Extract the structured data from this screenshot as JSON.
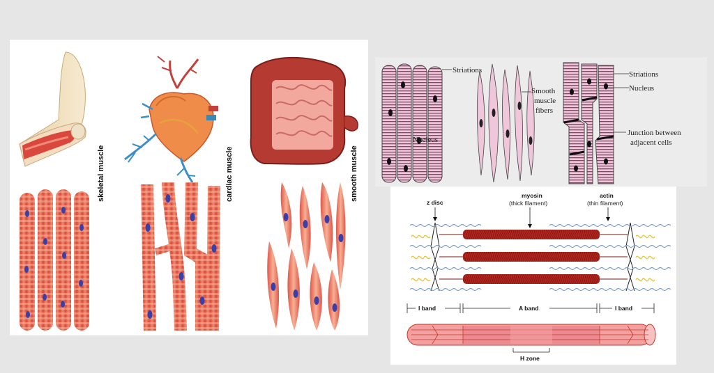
{
  "types_panel": {
    "labels": [
      "skeletal muscle",
      "cardiac muscle",
      "smooth muscle"
    ]
  },
  "micro_panel": {
    "skeletal": {
      "striations": "Striations",
      "nucleus": "Nucleus"
    },
    "smooth": {
      "line1": "Smooth",
      "line2": "muscle",
      "line3": "fibers"
    },
    "cardiac": {
      "striations": "Striations",
      "nucleus": "Nucleus",
      "junction_line1": "Junction between",
      "junction_line2": "adjacent cells"
    }
  },
  "sarcomere_panel": {
    "z_disc": "z disc",
    "myosin": "myosin",
    "myosin_sub": "(thick filament)",
    "actin": "actin",
    "actin_sub": "(thin filament)",
    "i_band_left": "I band",
    "a_band": "A band",
    "i_band_right": "I band",
    "h_zone": "H zone"
  },
  "colors": {
    "background": "#e6e6e6",
    "muscle_red": "#e4574b",
    "muscle_light": "#f4a38a",
    "nucleus_blue": "#3b3fa8",
    "myosin_red": "#b3261e",
    "actin_blue": "#7ea0c8",
    "titin_yellow": "#e8c43a",
    "micro_fill": "#f0c6da"
  }
}
